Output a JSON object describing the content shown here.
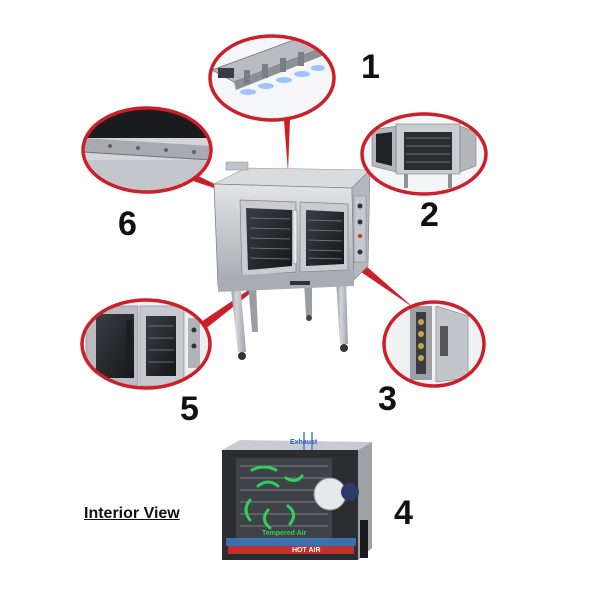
{
  "callouts": [
    {
      "number": "1",
      "color": "#cc1f2a"
    },
    {
      "number": "2",
      "color": "#cc1f2a"
    },
    {
      "number": "3",
      "color": "#cc1f2a"
    },
    {
      "number": "4",
      "color": "#cc1f2a"
    },
    {
      "number": "5",
      "color": "#cc1f2a"
    },
    {
      "number": "6",
      "color": "#cc1f2a"
    }
  ],
  "interior": {
    "label": "Interior View",
    "exhaust_label": "Exhaust",
    "tempered_air_label": "Tempered Air",
    "hot_air_label": "HOT AIR"
  },
  "colors": {
    "accent_red": "#cc1f2a",
    "steel": "#b9bcc0",
    "airflow_green": "#2fd15a"
  }
}
